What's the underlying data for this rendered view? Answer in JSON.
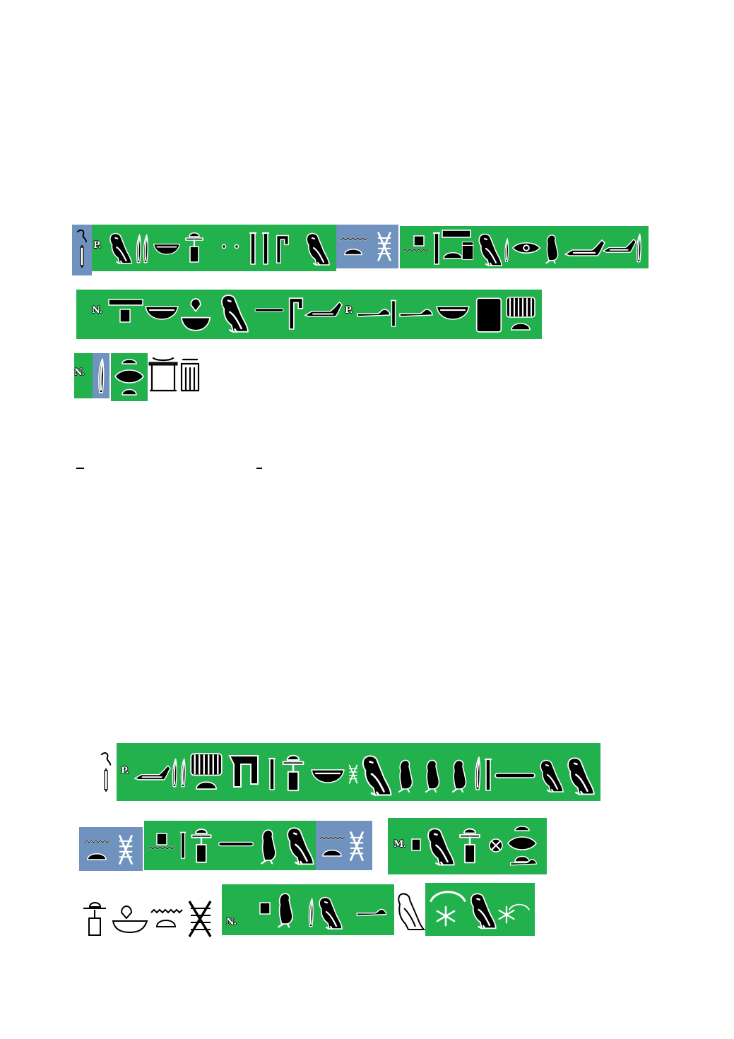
{
  "colors": {
    "green": "#22b14c",
    "blue": "#7092be",
    "ink": "#000000",
    "outline": "#ffffff"
  },
  "icons": [
    "falcon-glyph",
    "reed-leaf-glyph",
    "basket-glyph",
    "water-glyph",
    "loaf-glyph",
    "bread-glyph",
    "column-glyph",
    "eye-glyph",
    "quail-chick-glyph",
    "jar-glyph",
    "lotus-glyph",
    "shrine-glyph",
    "sickle-glyph",
    "star-glyph",
    "cross-glyph"
  ],
  "line1": {
    "marker_a": "P."
  },
  "line2": {
    "marker_a": "N.",
    "marker_b": "P."
  },
  "line3": {
    "marker_a": "N."
  },
  "line4": {
    "marker_a": "P."
  },
  "line5": {
    "marker_a": "M."
  },
  "line6": {
    "marker_a": "N."
  }
}
